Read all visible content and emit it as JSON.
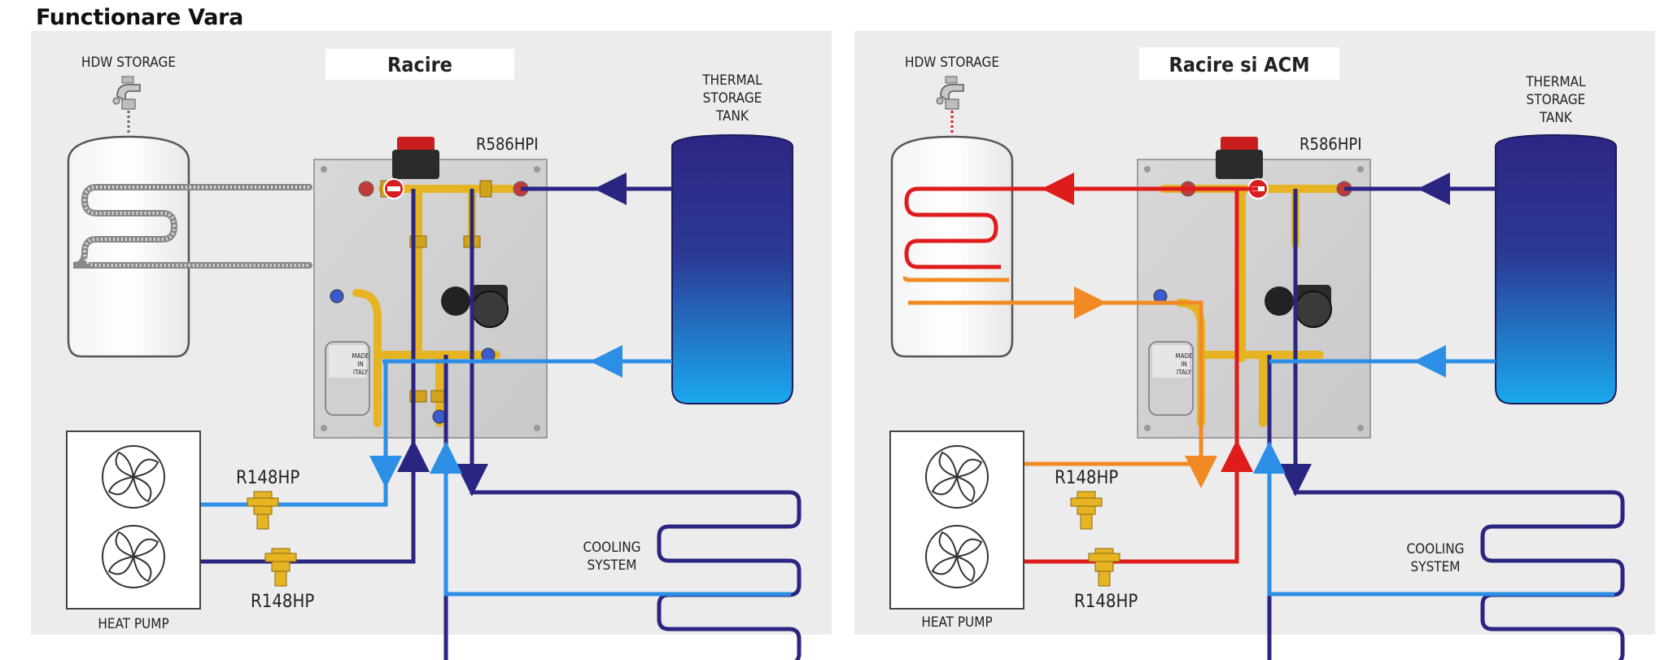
{
  "page_title": "Functionare Vara",
  "panels": [
    {
      "mode_title": "Racire",
      "hdw_storage": "HDW STORAGE",
      "thermal_storage": [
        "THERMAL",
        "STORAGE",
        "TANK"
      ],
      "manifold": "R586HPI",
      "valve_top": "R148HP",
      "valve_bottom": "R148HP",
      "heat_pump": "HEAT PUMP",
      "cooling_system": [
        "COOLING",
        "SYSTEM"
      ],
      "made_in_italy": [
        "MADE",
        "IN",
        "ITALY"
      ]
    },
    {
      "mode_title": "Racire si ACM",
      "hdw_storage": "HDW STORAGE",
      "thermal_storage": [
        "THERMAL",
        "STORAGE",
        "TANK"
      ],
      "manifold": "R586HPI",
      "valve_top": "R148HP",
      "valve_bottom": "R148HP",
      "heat_pump": "HEAT PUMP",
      "cooling_system": [
        "COOLING",
        "SYSTEM"
      ],
      "made_in_italy": [
        "MADE",
        "IN",
        "ITALY"
      ]
    }
  ],
  "colors": {
    "panel_bg": "#ececec",
    "dark_blue": "#2a2580",
    "light_blue": "#2d8ee6",
    "red": "#e01b1b",
    "orange": "#f08a24",
    "brass": "#e6b422",
    "tank_top": "#2e2583",
    "tank_bottom": "#1aa9ee"
  }
}
